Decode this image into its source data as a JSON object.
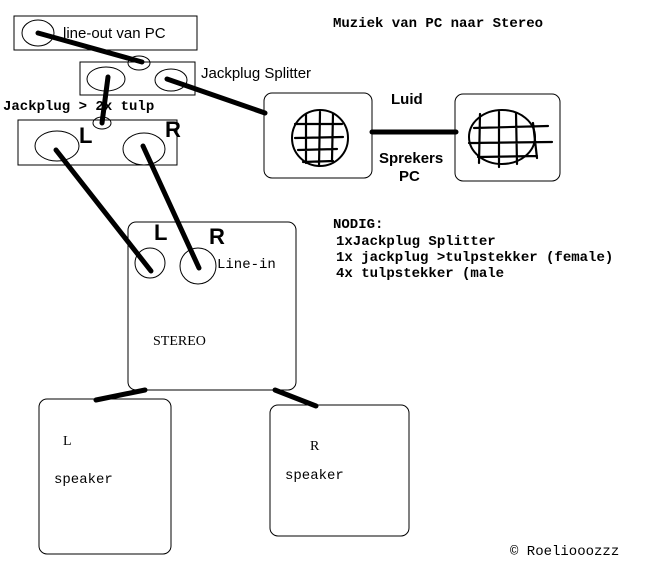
{
  "title": "Muziek van PC naar Stereo",
  "components": {
    "line_out": "line-out van PC",
    "splitter": "Jackplug Splitter",
    "jack_to_tulp": "Jackplug > 2x tulp",
    "jack_to_tulp_left": "L",
    "jack_to_tulp_right": "R",
    "pc_speakers_volume": "Luid",
    "pc_speakers_line1": "Sprekers",
    "pc_speakers_line2": "PC",
    "stereo_left": "L",
    "stereo_right": "R",
    "stereo_input": "Line-in",
    "stereo_label": "STEREO",
    "speaker_left_channel": "L",
    "speaker_left_label": "speaker",
    "speaker_right_channel": "R",
    "speaker_right_label": "speaker"
  },
  "requirements": {
    "heading": "NODIG:",
    "items": [
      "1xJackplug Splitter",
      "1x jackplug >tulpstekker (female)",
      "4x tulpstekker (male"
    ]
  },
  "copyright": "© Roeliooozzz"
}
